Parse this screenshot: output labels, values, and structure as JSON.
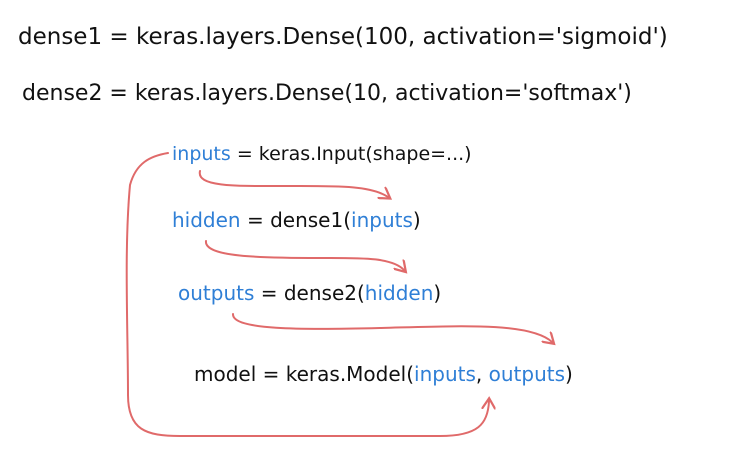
{
  "colors": {
    "text": "#111111",
    "variable": "#2f7fd6",
    "arrow": "#e06a6a"
  },
  "lines": {
    "dense1": {
      "prefix": "dense1 = keras.layers.Dense(100, activation='sigmoid')"
    },
    "dense2": {
      "prefix": "dense2 = keras.layers.Dense(10, activation='softmax')"
    },
    "inputs_line": {
      "var": "inputs",
      "rest": " = keras.Input(shape=...)"
    },
    "hidden_line": {
      "var": "hidden",
      "mid": " = dense1(",
      "arg": "inputs",
      "end": ")"
    },
    "outputs_line": {
      "var": "outputs",
      "mid": " = dense2(",
      "arg": "hidden",
      "end": ")"
    },
    "model_line": {
      "start": "model = keras.Model(",
      "arg1": "inputs",
      "sep": ", ",
      "arg2": "outputs",
      "end": ")"
    }
  }
}
